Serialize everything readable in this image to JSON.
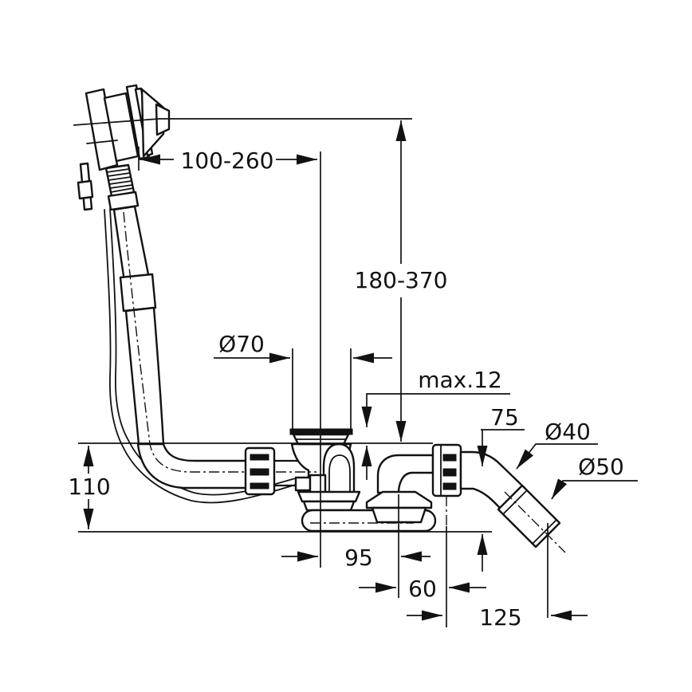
{
  "figure": {
    "type": "technical-dimension-drawing",
    "subject": "Bath waste and overflow set with rotary knob, bowden cable, trap and 45-degree outlet",
    "background_color": "#ffffff",
    "line_color": "#121212",
    "labels": {
      "knob_reach": "100-260",
      "overflow_to_tub_height": "180-370",
      "plug_flange_diameter": "Ø70",
      "flange_height_above_tub": "max.12",
      "outlet_centre_drop": "75",
      "outlet_pipe_diameter": "Ø40",
      "outlet_socket_diameter": "Ø50",
      "depth_below_tub": "110",
      "drain_to_outlet_port": "95",
      "outlet_port_to_bend": "60",
      "bend_to_socket_end": "125"
    }
  }
}
